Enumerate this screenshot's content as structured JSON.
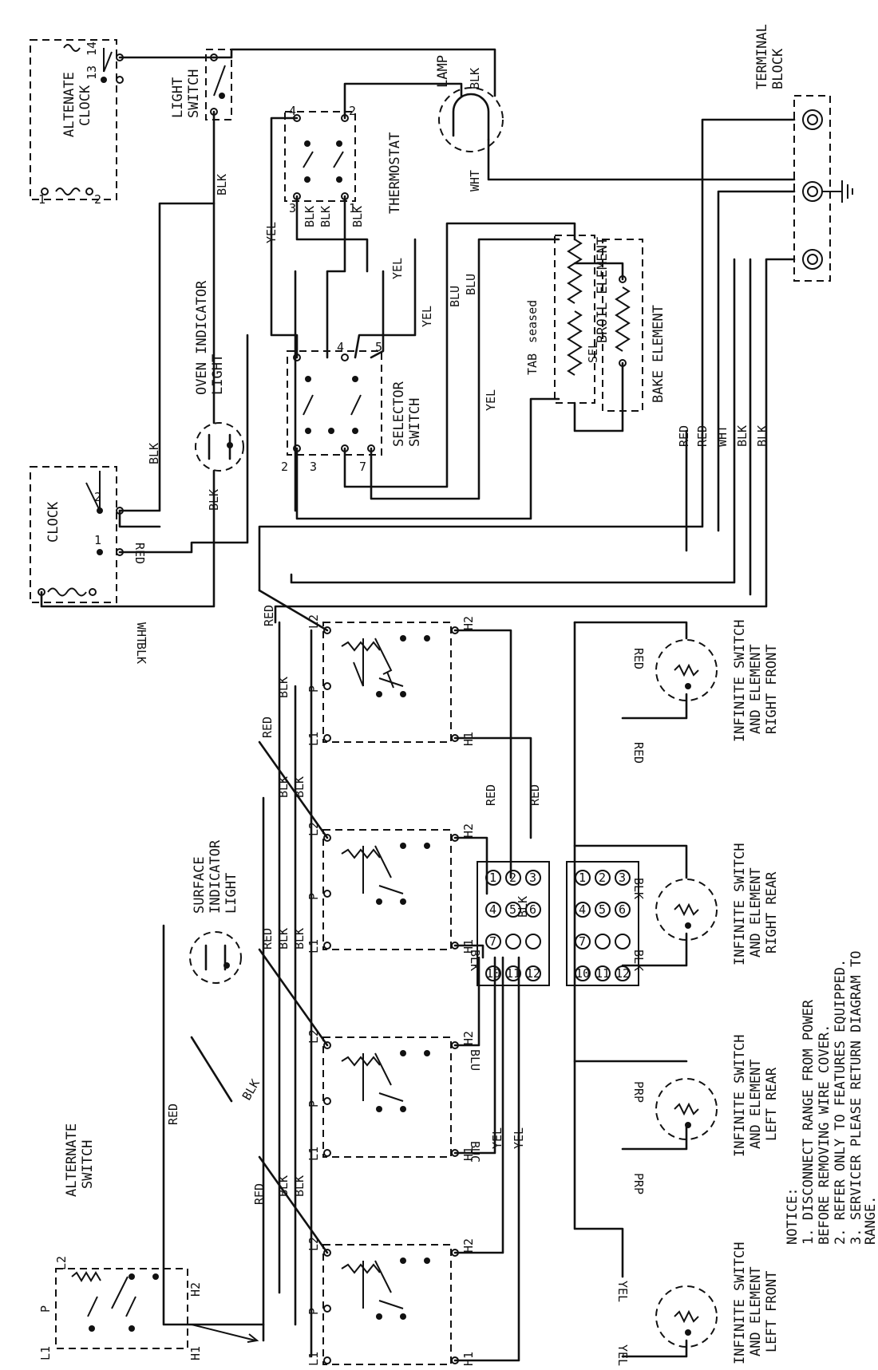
{
  "titles": {
    "alternate_clock": [
      "ALTENATE",
      "CLOCK"
    ],
    "light_switch": [
      "LIGHT",
      "SWITCH"
    ],
    "lamp": "LAMP",
    "thermostat": "THERMOSTAT",
    "terminal_block": [
      "TERMINAL",
      "BLOCK"
    ],
    "oven_indicator_light": [
      "OVEN INDICATOR",
      "LIGHT"
    ],
    "broil_element": "BROIL ELEMENT",
    "bake_element": "BAKE ELEMENT",
    "selector_switch": [
      "SELECTOR",
      "SWITCH"
    ],
    "clock": "CLOCK",
    "surface_indicator_light": [
      "SURFACE",
      "INDICATOR",
      "LIGHT"
    ],
    "alternate_switch": [
      "ALTERNATE",
      "SWITCH"
    ],
    "inf_rf": [
      "INFINITE SWITCH",
      "AND ELEMENT",
      "RIGHT FRONT"
    ],
    "inf_rr": [
      "INFINITE SWITCH",
      "AND ELEMENT",
      "RIGHT REAR"
    ],
    "inf_lr": [
      "INFINITE SWITCH",
      "AND ELEMENT",
      "LEFT REAR"
    ],
    "inf_lf": [
      "INFINITE SWITCH",
      "AND ELEMENT",
      "LEFT FRONT"
    ]
  },
  "notice": [
    "NOTICE:",
    "1.  DISCONNECT RANGE FROM POWER",
    "    BEFORE REMOVING WIRE COVER.",
    "2.  REFER ONLY TO FEATURES EQUIPPED.",
    "3.  SERVICER PLEASE RETURN DIAGRAM TO",
    "    RANGE."
  ],
  "wire_labels": {
    "blk": "BLK",
    "yel": "YEL",
    "red": "RED",
    "wht": "WHT",
    "blu": "BLU",
    "prp": "PRP",
    "buc": "BUC"
  },
  "terminal_labels": {
    "l1": "L1",
    "l2": "L2",
    "h1": "H1",
    "h2": "H2",
    "p": "P",
    "n1": "1",
    "n2": "2",
    "n3": "3",
    "n4": "4",
    "n5": "5",
    "n7": "7",
    "n13": "13",
    "n14": "14"
  },
  "block_numbers": [
    "1",
    "2",
    "3",
    "4",
    "5",
    "6",
    "7",
    "11",
    "12",
    "10"
  ],
  "misc": {
    "tab": "TAB",
    "seased": "seased",
    "sel": "SEL"
  }
}
